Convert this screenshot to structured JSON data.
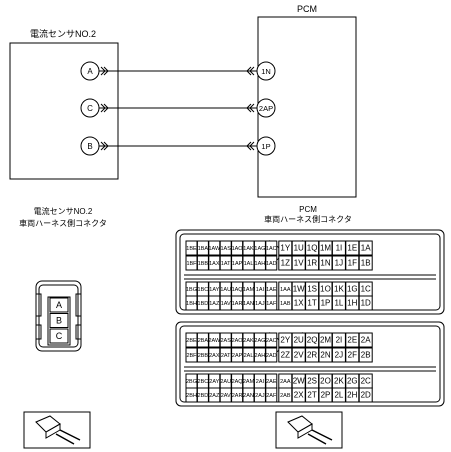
{
  "wiring": {
    "sensor_title": "電流センサNO.2",
    "pcm_title": "PCM",
    "connections": [
      {
        "sensor_pin": "A",
        "pcm_pin": "1N"
      },
      {
        "sensor_pin": "C",
        "pcm_pin": "2AP"
      },
      {
        "sensor_pin": "B",
        "pcm_pin": "1P"
      }
    ]
  },
  "sensor_connector": {
    "title_line1": "電流センサNO.2",
    "title_line2": "車両ハーネス側コネクタ",
    "pins": [
      "A",
      "B",
      "C"
    ]
  },
  "pcm_connector": {
    "title_line1": "PCM",
    "title_line2": "車両ハーネス側コネクタ",
    "block1": {
      "row1": [
        "1BE",
        "1BA",
        "1AW",
        "1AS",
        "1AO",
        "1AK",
        "1AG",
        "1AC",
        "1Y",
        "1U",
        "1Q",
        "1M",
        "1I",
        "1E",
        "1A"
      ],
      "row2": [
        "1BF",
        "1BB",
        "1AX",
        "1AT",
        "1AP",
        "1AL",
        "1AH",
        "1AD",
        "1Z",
        "1V",
        "1R",
        "1N",
        "1J",
        "1F",
        "1B"
      ],
      "row3": [
        "1BG",
        "1BC",
        "1AY",
        "1AU",
        "1AQ",
        "1AM",
        "1AI",
        "1AE",
        "1AA",
        "1W",
        "1S",
        "1O",
        "1K",
        "1G",
        "1C"
      ],
      "row4": [
        "1BH",
        "1BD",
        "1AZ",
        "1AV",
        "1AR",
        "1AN",
        "1AJ",
        "1AF",
        "1AB",
        "1X",
        "1T",
        "1P",
        "1L",
        "1H",
        "1D"
      ]
    },
    "block2": {
      "row1": [
        "2BE",
        "2BA",
        "2AW",
        "2AS",
        "2AO",
        "2AK",
        "2AG",
        "2AC",
        "2Y",
        "2U",
        "2Q",
        "2M",
        "2I",
        "2E",
        "2A"
      ],
      "row2": [
        "2BF",
        "2BB",
        "2AX",
        "2AT",
        "2AP",
        "2AL",
        "2AH",
        "2AD",
        "2Z",
        "2V",
        "2R",
        "2N",
        "2J",
        "2F",
        "2B"
      ],
      "row3": [
        "2BG",
        "2BC",
        "2AY",
        "2AU",
        "2AQ",
        "2AM",
        "2AI",
        "2AE",
        "2AA",
        "2W",
        "2S",
        "2O",
        "2K",
        "2G",
        "2C"
      ],
      "row4": [
        "2BH",
        "2BD",
        "2AZ",
        "2AV",
        "2AR",
        "2AN",
        "2AJ",
        "2AF",
        "2AB",
        "2X",
        "2T",
        "2P",
        "2L",
        "2H",
        "2D"
      ]
    }
  }
}
